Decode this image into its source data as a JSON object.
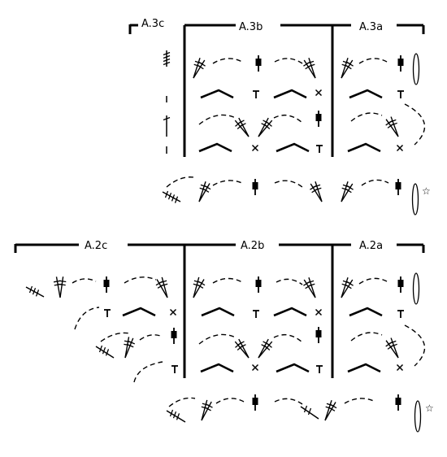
{
  "diagram": {
    "ink_color": "#000000",
    "background_color": "#ffffff",
    "upper_chart": {
      "labels": [
        "A.3c",
        "A.3b",
        "A.3a"
      ],
      "end_marker": "☆"
    },
    "lower_chart": {
      "labels": [
        "A.2c",
        "A.2b",
        "A.2a"
      ],
      "end_marker": "☆"
    },
    "symbols": [
      "chain-stitch",
      "double-crochet",
      "treble-crochet",
      "double-treble-crochet",
      "single-crochet",
      "half-double-crochet",
      "stitch-cluster-fan",
      "chain-space-arc",
      "turning-loop"
    ]
  }
}
